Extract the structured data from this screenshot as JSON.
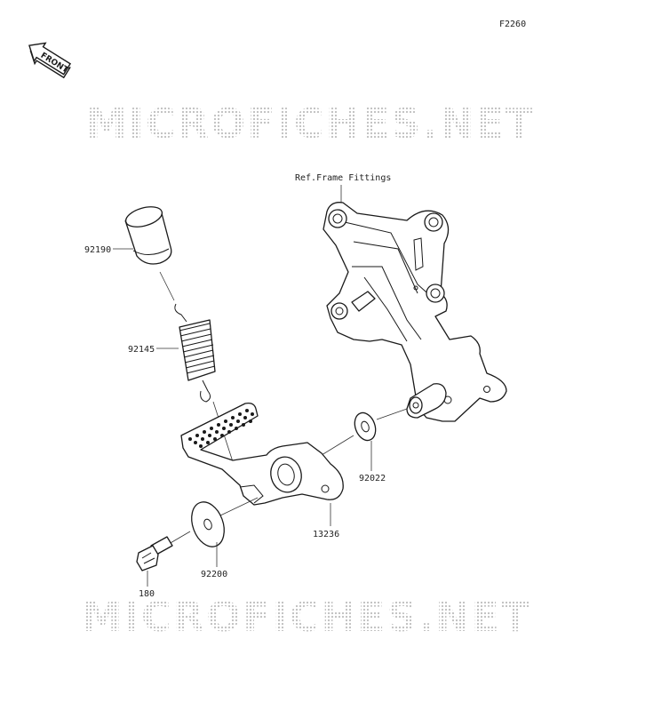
{
  "figure_code": "F2260",
  "front_badge": "FRONT",
  "watermark_text": "MICROFICHES.NET",
  "ref_label": "Ref.Frame Fittings",
  "parts": {
    "cap": "92190",
    "spring": "92145",
    "washer_large": "92022",
    "pedal": "13236",
    "washer_small": "92200",
    "bolt": "180"
  },
  "colors": {
    "line": "#1a1a1a",
    "watermark": "#c8c8c8"
  }
}
